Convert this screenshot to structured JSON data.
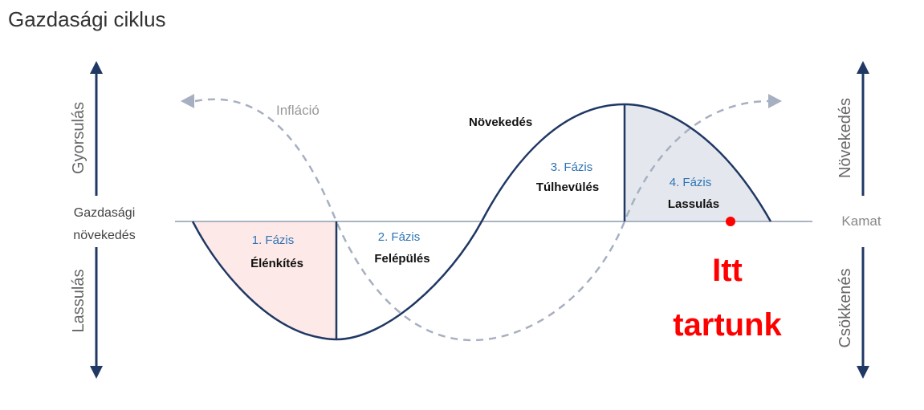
{
  "title": "Gazdasági ciklus",
  "left_axis": {
    "top_label": "Gyorsulás",
    "middle_label_line1": "Gazdasági",
    "middle_label_line2": "növekedés",
    "bottom_label": "Lassulás"
  },
  "right_axis": {
    "top_label": "Növekedés",
    "middle_label": "Kamat",
    "bottom_label": "Csökkenés"
  },
  "curve_labels": {
    "inflation": "Infláció",
    "growth_peak": "Növekedés"
  },
  "phases": [
    {
      "number": "1.  Fázis",
      "name": "Élénkítés"
    },
    {
      "number": "2.  Fázis",
      "name": "Felépülés"
    },
    {
      "number": "3.  Fázis",
      "name": "Túlhevülés"
    },
    {
      "number": "4.  Fázis",
      "name": "Lassulás"
    }
  ],
  "marker": {
    "line1": "Itt",
    "line2": "tartunk"
  },
  "colors": {
    "axis": "#1f3864",
    "curve": "#1f3864",
    "inflation_curve": "#a6b0c0",
    "baseline": "#a9b4c2",
    "phase1_fill": "#fde9e7",
    "phase4_fill": "#e4e8ee",
    "marker": "#ff0000"
  }
}
